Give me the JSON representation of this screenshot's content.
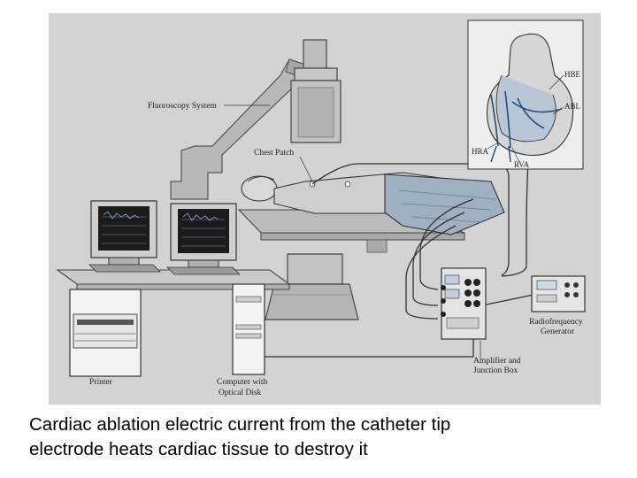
{
  "figure": {
    "labels": {
      "fluoroscopy": "Fluoroscopy System",
      "chest_patch": "Chest Patch",
      "hbe": "HBE",
      "abl": "ABL",
      "hra": "HRA",
      "rva": "RVA",
      "printer": "Printer",
      "computer_line1": "Computer with",
      "computer_line2": "Optical Disk",
      "amplifier_line1": "Amplifier and",
      "amplifier_line2": "Junction Box",
      "rf_line1": "Radiofrequency",
      "rf_line2": "Generator"
    }
  },
  "caption": {
    "line1": "Cardiac ablation electric current from the catheter tip",
    "line2": "electrode heats cardiac tissue to destroy it"
  }
}
